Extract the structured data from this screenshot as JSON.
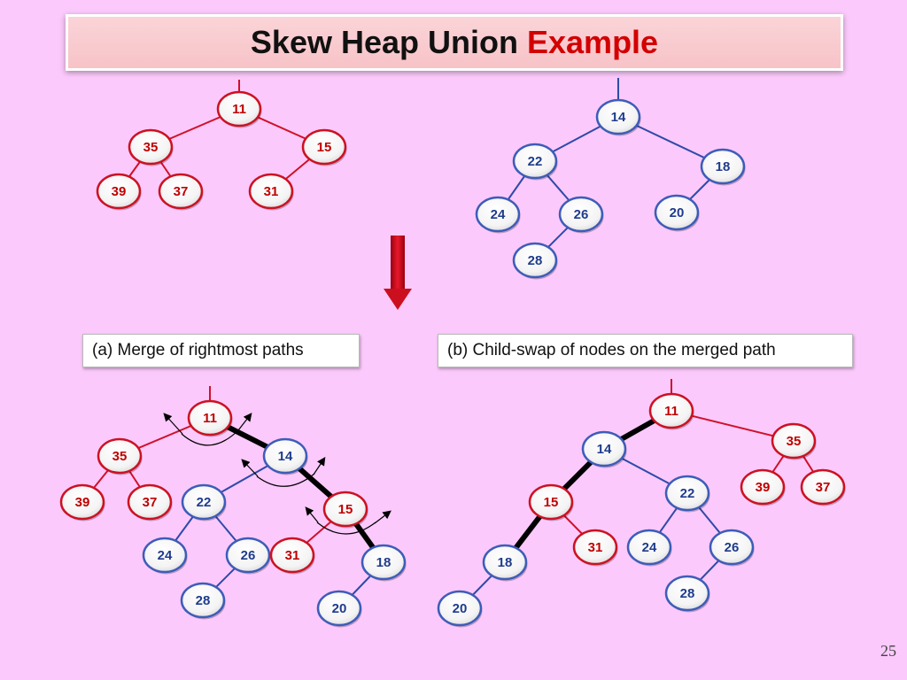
{
  "title": {
    "main": "Skew Heap Union",
    "accent": "Example"
  },
  "captions": {
    "a": "(a) Merge of rightmost paths",
    "b": "(b) Child-swap of nodes on the merged path"
  },
  "page_number": "25",
  "colors": {
    "background": "#fbc9fb",
    "red_heap_text": "#c00000",
    "red_heap_edge": "#d0102a",
    "blue_heap_text": "#1f3c8c",
    "blue_heap_edge": "#2e4aa8",
    "merged_path": "#000000",
    "arrow": "#d8101e"
  },
  "trees": [
    {
      "name": "top-left-heap",
      "root": "11",
      "nodes": [
        "11",
        "35",
        "15",
        "39",
        "37",
        "31"
      ],
      "edges": [
        [
          "11",
          "35"
        ],
        [
          "11",
          "15"
        ],
        [
          "35",
          "39"
        ],
        [
          "35",
          "37"
        ],
        [
          "15",
          "31"
        ]
      ]
    },
    {
      "name": "top-right-heap",
      "root": "14",
      "nodes": [
        "14",
        "22",
        "18",
        "24",
        "26",
        "28",
        "20"
      ],
      "edges": [
        [
          "14",
          "22"
        ],
        [
          "14",
          "18"
        ],
        [
          "22",
          "24"
        ],
        [
          "22",
          "26"
        ],
        [
          "26",
          "28"
        ],
        [
          "18",
          "20"
        ]
      ]
    },
    {
      "name": "merged-rightmost-paths",
      "root": "11",
      "nodes": [
        "11",
        "35",
        "39",
        "37",
        "14",
        "22",
        "24",
        "26",
        "28",
        "15",
        "31",
        "18",
        "20"
      ],
      "edges": [
        [
          "11",
          "35"
        ],
        [
          "35",
          "39"
        ],
        [
          "35",
          "37"
        ],
        [
          "11",
          "14"
        ],
        [
          "14",
          "22"
        ],
        [
          "22",
          "24"
        ],
        [
          "22",
          "26"
        ],
        [
          "26",
          "28"
        ],
        [
          "14",
          "15"
        ],
        [
          "15",
          "31"
        ],
        [
          "15",
          "18"
        ],
        [
          "18",
          "20"
        ]
      ],
      "merged_path": [
        "11",
        "14",
        "15",
        "18"
      ]
    },
    {
      "name": "child-swapped",
      "root": "11",
      "nodes": [
        "11",
        "14",
        "35",
        "39",
        "37",
        "15",
        "22",
        "31",
        "24",
        "26",
        "28",
        "18",
        "20"
      ],
      "edges": [
        [
          "11",
          "14"
        ],
        [
          "11",
          "35"
        ],
        [
          "35",
          "39"
        ],
        [
          "35",
          "37"
        ],
        [
          "14",
          "15"
        ],
        [
          "14",
          "22"
        ],
        [
          "15",
          "18"
        ],
        [
          "15",
          "31"
        ],
        [
          "22",
          "24"
        ],
        [
          "22",
          "26"
        ],
        [
          "26",
          "28"
        ],
        [
          "18",
          "20"
        ]
      ],
      "merged_path": [
        "11",
        "14",
        "15",
        "18"
      ]
    }
  ]
}
